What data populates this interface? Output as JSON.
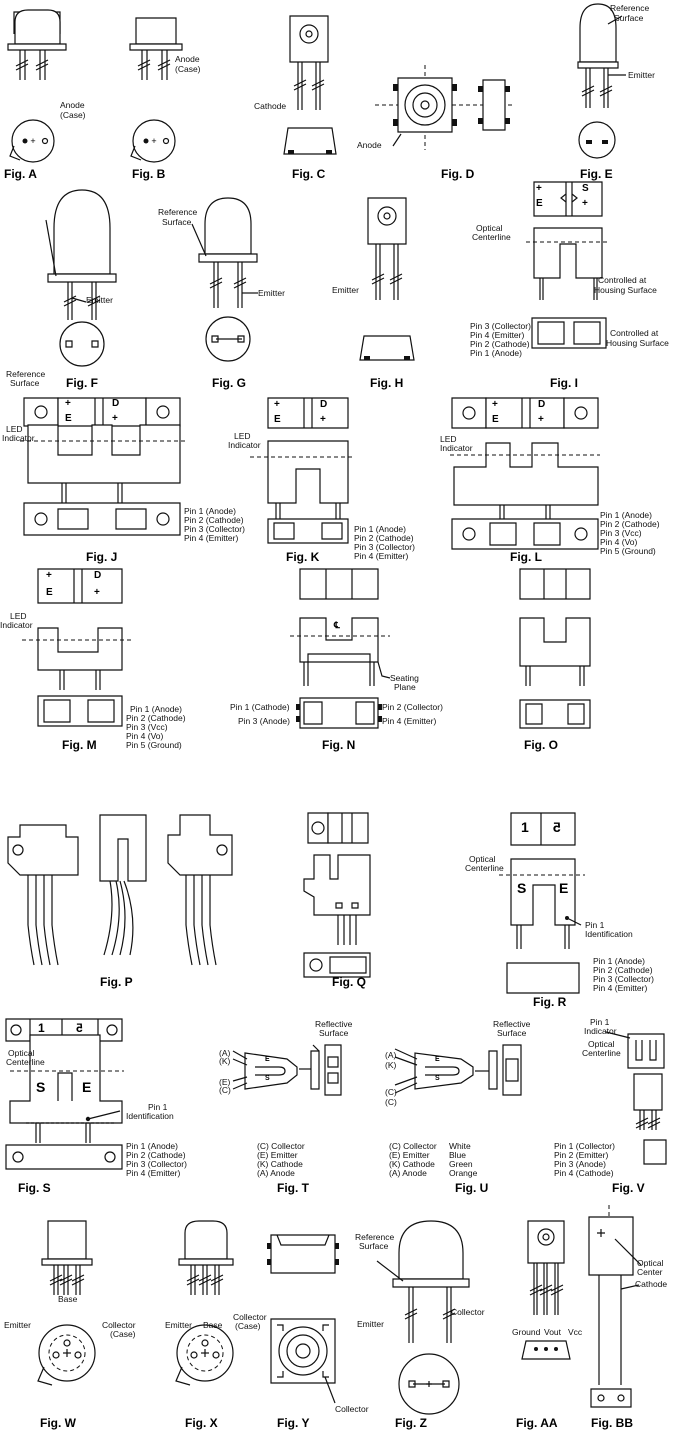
{
  "figures": {
    "a": {
      "caption": "Fig. A",
      "anode": "Anode",
      "case": "(Case)"
    },
    "b": {
      "caption": "Fig. B",
      "anode": "Anode",
      "case": "(Case)"
    },
    "c": {
      "caption": "Fig. C",
      "cathode": "Cathode"
    },
    "d": {
      "caption": "Fig. D",
      "anode": "Anode"
    },
    "e": {
      "caption": "Fig. E",
      "ref1": "Reference",
      "ref2": "Surface",
      "emitter": "Emitter"
    },
    "f": {
      "caption": "Fig. F",
      "ref1": "Reference",
      "ref2": "Surface",
      "emitter": "Emitter"
    },
    "g": {
      "caption": "Fig. G",
      "ref1": "Reference",
      "ref2": "Surface",
      "emitter": "Emitter"
    },
    "h": {
      "caption": "Fig. H",
      "emitter": "Emitter"
    },
    "i": {
      "caption": "Fig. I",
      "optical1": "Optical",
      "optical2": "Centerline",
      "ctrl1": "Controlled at",
      "ctrl2": "Housing Surface",
      "ctrl3": "Controlled at",
      "ctrl4": "Housing Surface",
      "pins": [
        "Pin 3 (Collector)",
        "Pin 4 (Emitter)",
        "Pin 2 (Cathode)",
        "Pin 1 (Anode)"
      ]
    },
    "j": {
      "caption": "Fig. J",
      "led1": "LED",
      "led2": "Indicator",
      "pins": [
        "Pin 1 (Anode)",
        "Pin 2 (Cathode)",
        "Pin 3 (Collector)",
        "Pin 4 (Emitter)"
      ]
    },
    "k": {
      "caption": "Fig. K",
      "led1": "LED",
      "led2": "Indicator",
      "pins": [
        "Pin 1 (Anode)",
        "Pin 2 (Cathode)",
        "Pin 3 (Collector)",
        "Pin 4 (Emitter)"
      ]
    },
    "l": {
      "caption": "Fig. L",
      "led1": "LED",
      "led2": "Indicator",
      "pins": [
        "Pin 1 (Anode)",
        "Pin 2 (Cathode)",
        "Pin 3 (Vcc)",
        "Pin 4 (Vo)",
        "Pin 5 (Ground)"
      ]
    },
    "m": {
      "caption": "Fig. M",
      "led1": "LED",
      "led2": "Indicator",
      "pins": [
        "Pin 1 (Anode)",
        "Pin 2 (Cathode)",
        "Pin 3 (Vcc)",
        "Pin 4 (Vo)",
        "Pin 5 (Ground)"
      ]
    },
    "n": {
      "caption": "Fig. N",
      "seat1": "Seating",
      "seat2": "Plane",
      "pin1": "Pin 1 (Cathode)",
      "pin3": "Pin 3 (Anode)",
      "pin2": "Pin 2 (Collector)",
      "pin4": "Pin 4 (Emitter)"
    },
    "o": {
      "caption": "Fig. O"
    },
    "p": {
      "caption": "Fig. P"
    },
    "q": {
      "caption": "Fig. Q"
    },
    "r": {
      "caption": "Fig. R",
      "optical1": "Optical",
      "optical2": "Centerline",
      "pinid1": "Pin 1",
      "pinid2": "Identification",
      "pins": [
        "Pin 1 (Anode)",
        "Pin 2 (Cathode)",
        "Pin 3 (Collector)",
        "Pin 4 (Emitter)"
      ]
    },
    "s": {
      "caption": "Fig. S",
      "optical1": "Optical",
      "optical2": "Centerline",
      "pinid1": "Pin 1",
      "pinid2": "Identification",
      "pins": [
        "Pin 1 (Anode)",
        "Pin 2 (Cathode)",
        "Pin 3 (Collector)",
        "Pin 4 (Emitter)"
      ]
    },
    "t": {
      "caption": "Fig. T",
      "refl1": "Reflective",
      "refl2": "Surface",
      "pins": [
        "(C) Collector",
        "(E) Emitter",
        "(K) Cathode",
        "(A) Anode"
      ]
    },
    "u": {
      "caption": "Fig. U",
      "refl1": "Reflective",
      "refl2": "Surface",
      "pins": [
        "(C) Collector",
        "(E) Emitter",
        "(K) Cathode",
        "(A) Anode"
      ],
      "colors": [
        "White",
        "Blue",
        "Green",
        "Orange"
      ]
    },
    "v": {
      "caption": "Fig. V",
      "ind1": "Pin 1",
      "ind2": "Indicator",
      "optical1": "Optical",
      "optical2": "Centerline",
      "pins": [
        "Pin 1 (Collector)",
        "Pin 2 (Emitter)",
        "Pin 3 (Anode)",
        "Pin 4 (Cathode)"
      ]
    },
    "w": {
      "caption": "Fig. W",
      "base": "Base",
      "emitter": "Emitter",
      "coll1": "Collector",
      "coll2": "(Case)"
    },
    "x": {
      "caption": "Fig. X",
      "base": "Base",
      "emitter": "Emitter",
      "coll1": "Collector",
      "coll2": "(Case)"
    },
    "y": {
      "caption": "Fig. Y",
      "collector": "Collector"
    },
    "z": {
      "caption": "Fig. Z",
      "ref1": "Reference",
      "ref2": "Surface",
      "emitter": "Emitter",
      "collector": "Collector"
    },
    "aa": {
      "caption": "Fig. AA",
      "ground": "Ground",
      "vout": "Vout",
      "vcc": "Vcc"
    },
    "bb": {
      "caption": "Fig. BB",
      "optical1": "Optical",
      "optical2": "Center",
      "cathode": "Cathode"
    }
  },
  "marks": {
    "plus": "+",
    "e": "E",
    "d": "D",
    "s": "S",
    "one": "1",
    "five": "5",
    "cl": "℄"
  }
}
